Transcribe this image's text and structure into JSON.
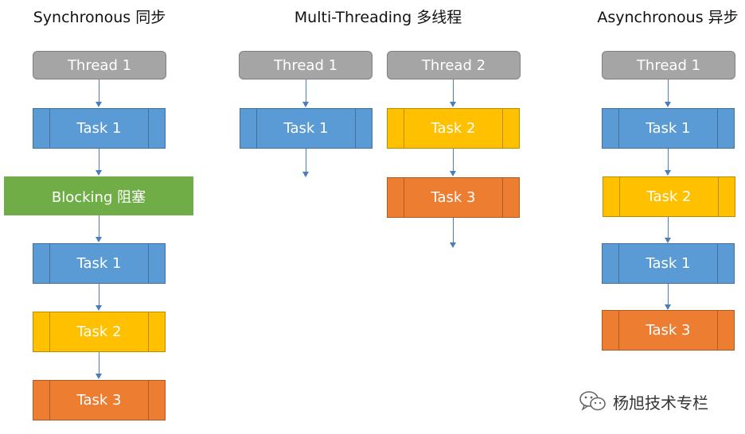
{
  "sections": {
    "sync": {
      "title": "Synchronous 同步",
      "thread": "Thread 1",
      "task1": "Task 1",
      "blocking": "Blocking 阻塞",
      "task1b": "Task 1",
      "task2": "Task 2",
      "task3": "Task 3"
    },
    "multi": {
      "title": "Multi-Threading 多线程",
      "thread1": "Thread 1",
      "thread2": "Thread 2",
      "task1": "Task 1",
      "task2": "Task 2",
      "task3": "Task 3"
    },
    "async": {
      "title": "Asynchronous 异步",
      "thread": "Thread 1",
      "task1": "Task 1",
      "task2": "Task 2",
      "task1b": "Task 1",
      "task3": "Task 3"
    }
  },
  "watermark": {
    "text": "杨旭技术专栏",
    "icon": "wechat-icon"
  },
  "colors": {
    "thread": "#a5a5a5",
    "task1": "#5b9bd5",
    "task2": "#ffc000",
    "task3": "#ed7d31",
    "blocking": "#70ad47",
    "arrow": "#4a7ebb"
  }
}
